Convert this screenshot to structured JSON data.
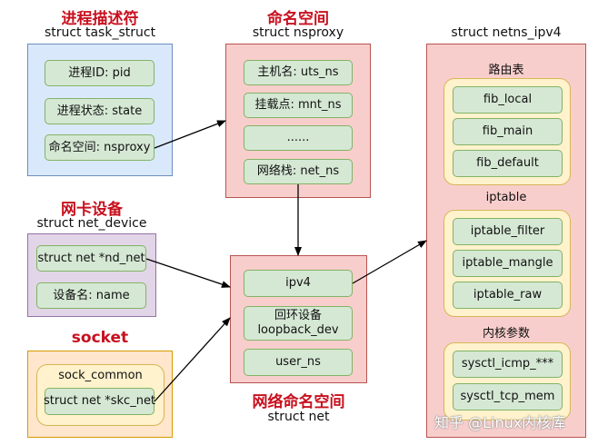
{
  "task_struct": {
    "title_cn": "进程描述符",
    "title_en": "struct task_struct",
    "items": [
      "进程ID: pid",
      "进程状态: state",
      "命名空间: nsproxy"
    ]
  },
  "nsproxy": {
    "title_cn": "命名空间",
    "title_en": "struct nsproxy",
    "items": [
      "主机名: uts_ns",
      "挂载点: mnt_ns",
      "......",
      "网络栈: net_ns"
    ]
  },
  "net_device": {
    "title_cn": "网卡设备",
    "title_en": "struct net_device",
    "items": [
      "struct net *nd_net",
      "设备名: name"
    ]
  },
  "socket": {
    "title_cn": "socket",
    "inner_label": "sock_common",
    "items": [
      "struct net *skc_net"
    ]
  },
  "net": {
    "items": [
      "ipv4",
      "回环设备\nloopback_dev",
      "user_ns"
    ],
    "title_cn": "网络命名空间",
    "title_en": "struct net"
  },
  "netns_ipv4": {
    "title_en": "struct netns_ipv4",
    "sections": [
      {
        "label": "路由表",
        "items": [
          "fib_local",
          "fib_main",
          "fib_default"
        ]
      },
      {
        "label": "iptable",
        "items": [
          "iptable_filter",
          "iptable_mangle",
          "iptable_raw"
        ]
      },
      {
        "label": "内核参数",
        "items": [
          "sysctl_icmp_***",
          "sysctl_tcp_mem"
        ]
      }
    ]
  },
  "watermark": "知乎 @Linux内核库"
}
